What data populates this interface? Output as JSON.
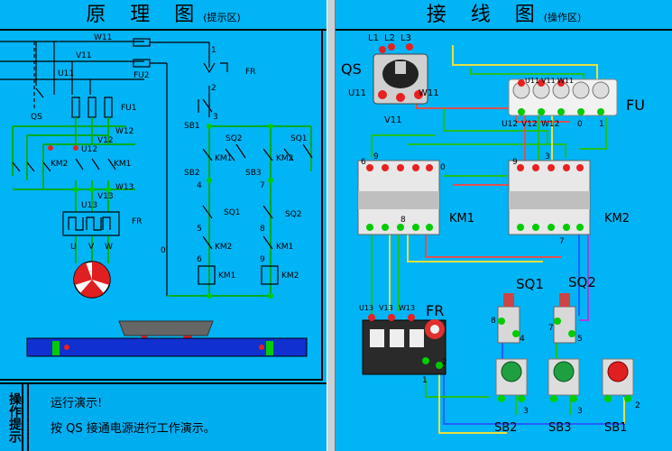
{
  "left_panel": {
    "title": "原 理 图",
    "subtitle": "(提示区)",
    "labels": {
      "w11_top": "W11",
      "v11": "V11",
      "u11": "U11",
      "qs": "QS",
      "fu2": "FU2",
      "fu1": "FU1",
      "w12": "W12",
      "v12": "V12",
      "u12": "U12",
      "km2_main": "KM2",
      "km1_main": "KM1",
      "w13": "W13",
      "v13": "V13",
      "u13": "U13",
      "fr_main": "FR",
      "u": "U",
      "v": "V",
      "w": "W",
      "n1": "1",
      "n2": "2",
      "n3": "3",
      "n4": "4",
      "n5": "5",
      "n6": "6",
      "n7": "7",
      "n8": "8",
      "n9": "9",
      "n0": "0",
      "fr_ctrl": "FR",
      "sb1": "SB1",
      "sb2": "SB2",
      "sb3": "SB3",
      "sq2_a": "SQ2",
      "sq1_a": "SQ1",
      "km1_a": "KM1",
      "km2_a": "KM2",
      "sq1_b": "SQ1",
      "sq2_b": "SQ2",
      "km2_b": "KM2",
      "km1_b": "KM1",
      "km1_coil": "KM1",
      "km2_coil": "KM2"
    }
  },
  "right_panel": {
    "title": "接 线 图",
    "subtitle": "(操作区)",
    "labels": {
      "l1": "L1",
      "l2": "L2",
      "l3": "L3",
      "qs": "QS",
      "u11": "U11",
      "w11": "W11",
      "v11": "V11",
      "fu": "FU",
      "fu_u12": "U12",
      "fu_v12": "V12",
      "fu_w12": "W12",
      "fu_u11": "U11",
      "fu_v11": "V11",
      "fu_w11": "W11",
      "fu_0": "0",
      "fu_1": "1",
      "km1": "KM1",
      "km2": "KM2",
      "km1_6": "6",
      "km1_9": "9",
      "km1_0": "0",
      "km1_8": "8",
      "km2_9": "9",
      "km2_3": "3",
      "km2_7": "7",
      "fr": "FR",
      "fr_u13": "U13",
      "fr_v13": "V13",
      "fr_w13": "W13",
      "fr_1": "1",
      "fr_2": "2",
      "sq1": "SQ1",
      "sq2": "SQ2",
      "sq1_8": "8",
      "sq1_4": "4",
      "sq2_5": "5",
      "sq2_7": "7",
      "sb2": "SB2",
      "sb3": "SB3",
      "sb1": "SB1",
      "sb2_3": "3",
      "sb3_3": "3",
      "sb1_2": "2"
    }
  },
  "ops_panel": {
    "label": "操作提示",
    "line1": "运行演示!",
    "line2": "按 QS 接通电源进行工作演示。"
  }
}
